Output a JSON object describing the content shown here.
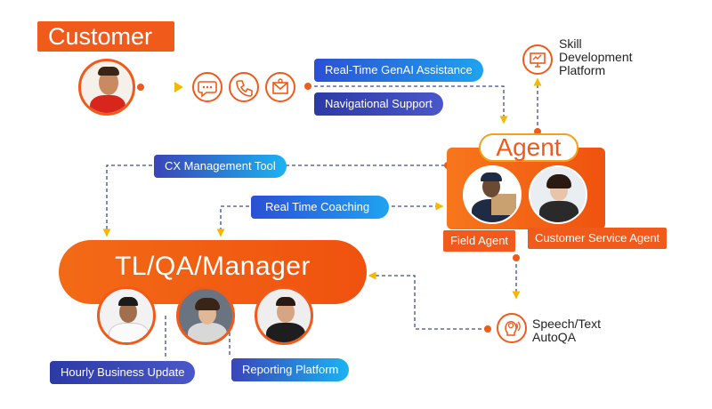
{
  "customer": {
    "title": "Customer"
  },
  "pills": {
    "genai": "Real-Time GenAI Assistance",
    "nav": "Navigational Support",
    "cx": "CX Management Tool",
    "coaching": "Real Time Coaching",
    "hourly": "Hourly Business Update",
    "reporting": "Reporting Platform"
  },
  "agent": {
    "title": "Agent",
    "field": "Field Agent",
    "service": "Customer Service Agent"
  },
  "manager": {
    "title": "TL/QA/Manager"
  },
  "skill": {
    "line1": "Skill",
    "line2": "Development",
    "line3": "Platform"
  },
  "speech": {
    "line1": "Speech/Text",
    "line2": "AutoQA"
  },
  "icons": [
    "chat-icon",
    "phone-icon",
    "email-icon",
    "monitor-icon",
    "speech-qa-icon"
  ],
  "colors": {
    "orange": "#f05a1a",
    "blue": "#1fa3f0",
    "navy": "#2c3aa6",
    "arrow": "#f5b800"
  }
}
